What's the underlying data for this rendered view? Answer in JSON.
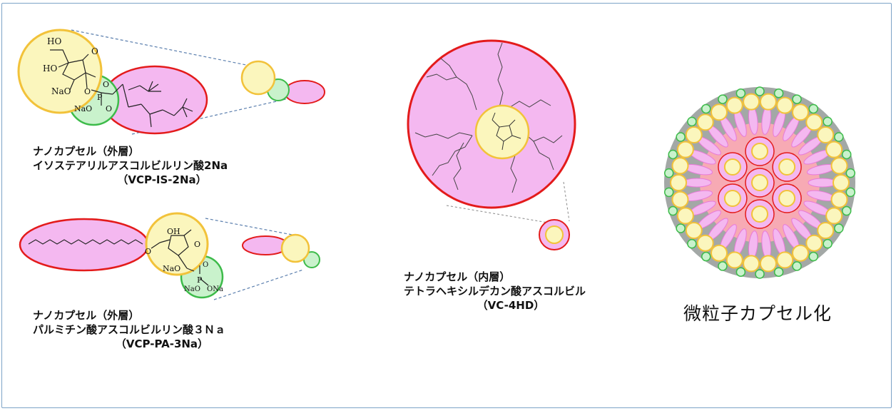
{
  "labels": {
    "vcp_is": {
      "line1": "ナノカプセル（外層）",
      "line2": "イソステアリルアスコルビルリン酸2Na",
      "line3": "（VCP-IS-2Na）"
    },
    "vcp_pa": {
      "line1": "ナノカプセル（外層）",
      "line2": "パルミチン酸アスコルビルリン酸３Ｎａ",
      "line3": "（VCP-PA-3Na）"
    },
    "vc_4hd": {
      "line1": "ナノカプセル（内層）",
      "line2": "テトラヘキシルデカン酸アスコルビル",
      "line3": "（VC-4HD）"
    },
    "micro": "微粒子カプセル化"
  },
  "chem": {
    "ho_top": "HO",
    "ho_mid": "HO",
    "o_carbonyl": "O",
    "nao": "NaO",
    "o_ring": "O",
    "p": "P",
    "nao_p": "NaO",
    "o_p1": "O",
    "o_p2": "O",
    "oh_pa": "OH",
    "o_pa1": "O",
    "o_pa2": "O",
    "nao_pa": "NaO",
    "p_pa": "P",
    "o_pa3": "O",
    "nao_pa2": "NaO",
    "ona_pa": "ONa"
  },
  "colors": {
    "pink_fill": "#f4b8f0",
    "red_stroke": "#e31b1b",
    "yellow_fill": "#fbf6bd",
    "yellow_stroke": "#f2c23a",
    "green_fill": "#c9f2cc",
    "green_stroke": "#3dbb4a",
    "particle_bg": "#a3a8a6",
    "particle_core": "#f7aab4",
    "frame": "#7da3c7"
  }
}
